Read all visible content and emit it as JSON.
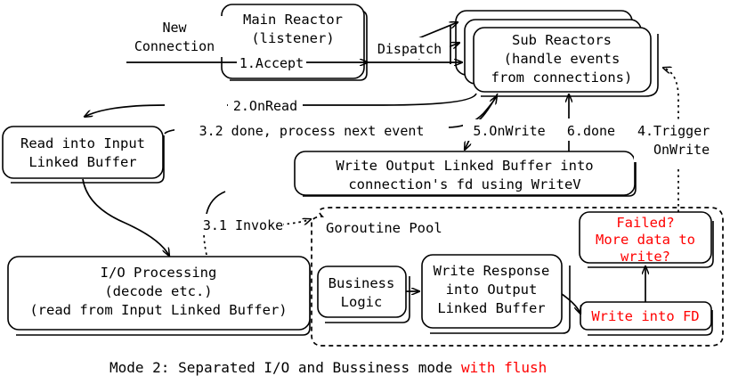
{
  "diagram": {
    "caption_black": "Mode 2: Separated I/O and Bussiness mode ",
    "caption_red": "with flush",
    "accent_red": "#FF0000",
    "stroke": "#000000",
    "background": "#FFFFFF"
  },
  "nodes": {
    "main_reactor": {
      "line1": "Main Reactor",
      "line2": "(listener)"
    },
    "sub_reactors": {
      "line1": "Sub Reactors",
      "line2": "(handle events",
      "line3": "from connections)"
    },
    "read_input": {
      "line1": "Read into Input",
      "line2": "Linked Buffer"
    },
    "write_output": {
      "line1": "Write Output Linked Buffer into",
      "line2": "connection's fd using WriteV"
    },
    "io_processing": {
      "line1": "I/O Processing",
      "line2": "(decode etc.)",
      "line3": "(read from Input Linked Buffer)"
    },
    "goroutine_pool": {
      "title": "Goroutine Pool"
    },
    "business_logic": {
      "line1": "Business",
      "line2": "Logic"
    },
    "write_response": {
      "line1": "Write Response",
      "line2": "into Output",
      "line3": "Linked Buffer"
    },
    "failed_check": {
      "line1": "Failed?",
      "line2": "More data to",
      "line3": "write?"
    },
    "write_into_fd": {
      "line1": "Write into FD"
    }
  },
  "edges": {
    "new_connection": {
      "line1": "New",
      "line2": "Connection"
    },
    "accept": "1.Accept",
    "dispatch": "Dispatch",
    "on_read": "2.OnRead",
    "done_next_event": "3.2 done, process next event",
    "invoke": "3.1 Invoke",
    "on_write": "5.OnWrite",
    "done": "6.done",
    "trigger_on_write": {
      "line1": "4.Trigger",
      "line2": "OnWrite"
    }
  }
}
